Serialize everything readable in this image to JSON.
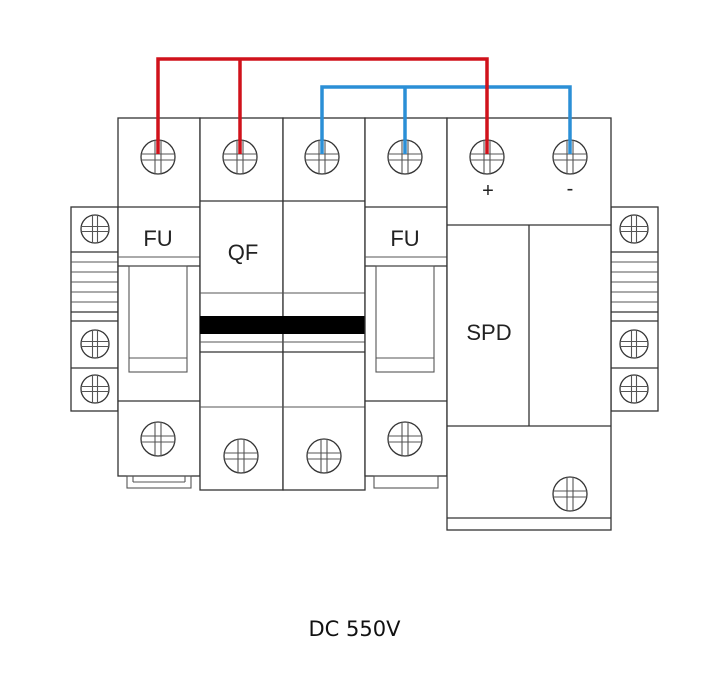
{
  "title": "DC 550V",
  "labels": {
    "fuse_left": "FU",
    "breaker": "QF",
    "fuse_right": "FU",
    "spd": "SPD",
    "spd_positive": "+",
    "spd_negative": "-"
  },
  "wires": [
    {
      "name": "positive",
      "color": "#d0121b",
      "connects": [
        "FU (left) top",
        "QF pole 1 top",
        "SPD +"
      ]
    },
    {
      "name": "negative",
      "color": "#2b8fd6",
      "connects": [
        "QF pole 2 top",
        "FU (right) top",
        "SPD -"
      ]
    }
  ],
  "colors": {
    "positive_wire": "#d0121b",
    "negative_wire": "#2b8fd6",
    "line": "#333333",
    "handle": "#000000"
  }
}
